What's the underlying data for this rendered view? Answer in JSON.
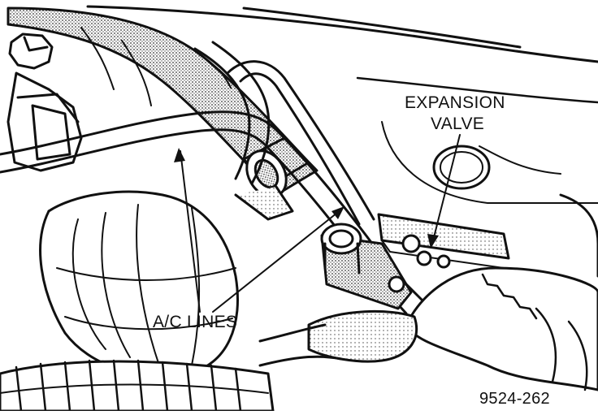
{
  "labels": {
    "expansion_valve_line1": "EXPANSION",
    "expansion_valve_line2": "VALVE",
    "ac_lines": "A/C LINES",
    "figure_number": "9524-262"
  },
  "colors": {
    "ink": "#111111",
    "paper": "#ffffff",
    "stipple": "#6a6a6a"
  }
}
